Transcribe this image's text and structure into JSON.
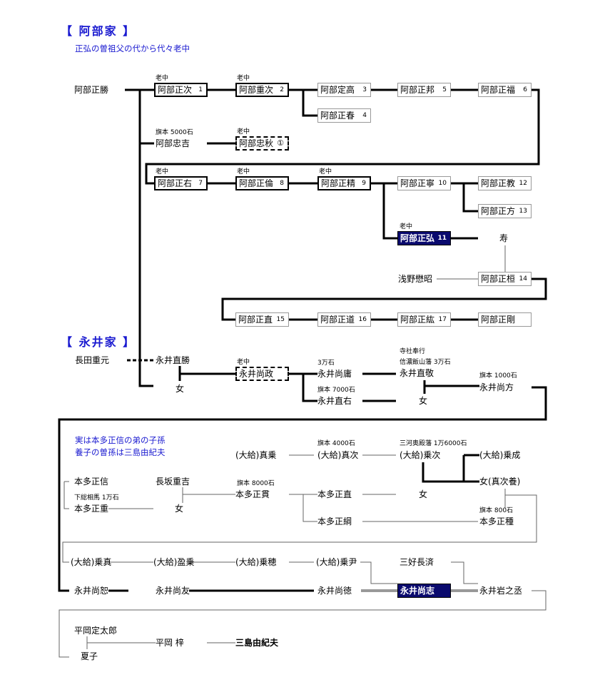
{
  "abe": {
    "title": "【 阿部家 】",
    "subtitle": "正弘の曽祖父の代から代々老中",
    "roju": "老中",
    "root": "阿部正勝",
    "n1": "阿部正次",
    "n1n": "1",
    "n2": "阿部重次",
    "n2n": "2",
    "n3": "阿部定高",
    "n3n": "3",
    "n4": "阿部正春",
    "n4n": "4",
    "n5": "阿部正邦",
    "n5n": "5",
    "n6": "阿部正福",
    "n6n": "6",
    "tadayoshi_rank": "旗本 5000石",
    "tadayoshi": "阿部忠吉",
    "tadaaki": "阿部忠秋",
    "tadaaki_n": "①",
    "n7": "阿部正右",
    "n7n": "7",
    "n8": "阿部正倫",
    "n8n": "8",
    "n9": "阿部正精",
    "n9n": "9",
    "n10": "阿部正寧",
    "n10n": "10",
    "n11": "阿部正弘",
    "n11n": "11",
    "n12": "阿部正教",
    "n12n": "12",
    "n13": "阿部正方",
    "n13n": "13",
    "kotobuki": "寿",
    "asano": "浅野懋昭",
    "n14": "阿部正桓",
    "n14n": "14",
    "n15": "阿部正直",
    "n15n": "15",
    "n16": "阿部正道",
    "n16n": "16",
    "n17": "阿部正紘",
    "n17n": "17",
    "n18": "阿部正剛"
  },
  "nagai": {
    "title": "【 永井家 】",
    "nagata": "長田重元",
    "naokatsu": "永井直勝",
    "onna1": "女",
    "naomasa": "永井尚政",
    "naotsune_rank": "3万石",
    "naotsune": "永井尚庸",
    "naohiro_rank1": "寺社奉行",
    "naohiro_rank2": "信濃飯山藩 3万石",
    "naohiro": "永井直敬",
    "naosuke_rank": "旗本 7000石",
    "naosuke": "永井直右",
    "onna2": "女",
    "naokata_rank": "旗本 1000石",
    "naokata": "永井尚方"
  },
  "honda": {
    "note1": "実は本多正信の弟の子孫",
    "note2": "養子の曽孫は三島由紀夫",
    "shinjo": "(大給)真乗",
    "shinji_rank": "旗本 4000石",
    "shinji": "(大給)真次",
    "noritsugu_rank": "三河奥殿藩 1万6000石",
    "noritsugu": "(大給)乗次",
    "norishige": "(大給)乗成",
    "onna_adopt": "女(真次養)",
    "onna3": "女",
    "masanobu": "本多正信",
    "masashige_rank": "下総相馬 1万石",
    "masashige": "本多正重",
    "nagasaka": "長坂重吉",
    "onna4": "女",
    "masatsura_rank": "旗本 8000石",
    "masatsura": "本多正貫",
    "masanao": "本多正直",
    "masatsuna": "本多正綱",
    "masatane_rank": "旗本 800石",
    "masatane": "本多正種"
  },
  "late": {
    "norizane": "(大給)乗真",
    "mitsunori": "(大給)盈乗",
    "norihide": "(大給)乗穂",
    "noritada": "(大給)乗尹",
    "miyoshi": "三好長済",
    "naohiro2": "永井尚恕",
    "naotomo": "永井尚友",
    "naonori": "永井尚徳",
    "naoyuki": "永井尚志",
    "iwanojo": "永井岩之丞",
    "hiraoka_sadataro": "平岡定太郎",
    "natsuko": "夏子",
    "hiraoka_azusa": "平岡 梓",
    "mishima": "三島由紀夫"
  },
  "colors": {
    "heading": "#1a1ad0",
    "highlight": "#0a0a6e"
  }
}
